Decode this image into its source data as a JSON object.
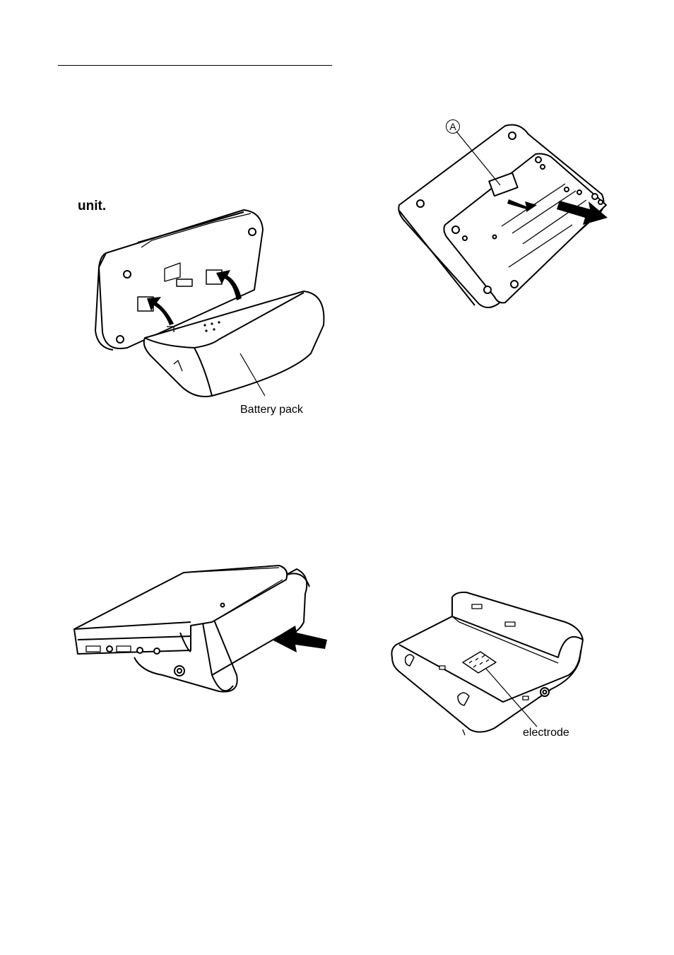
{
  "figure1": {
    "heading_fragment": "unit.",
    "callout": "Battery pack"
  },
  "figure2": {
    "callout": "A"
  },
  "figure4": {
    "callout": "electrode"
  },
  "colors": {
    "line": "#000000",
    "fill": "#ffffff"
  }
}
